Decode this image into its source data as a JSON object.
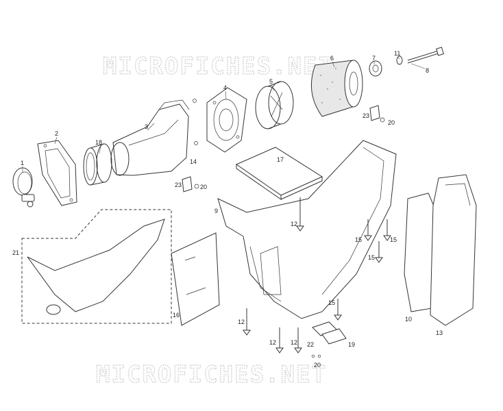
{
  "watermark": {
    "top": "MICROFICHES.NET",
    "bottom": "MICROFICHES.NET"
  },
  "parts": {
    "p1": "1",
    "p2": "2",
    "p3": "3",
    "p4": "4",
    "p5": "5",
    "p6": "6",
    "p7": "7",
    "p8": "8",
    "p9": "9",
    "p10": "10",
    "p11": "11",
    "p12a": "12",
    "p12b": "12",
    "p12c": "12",
    "p12d": "12",
    "p13": "13",
    "p14": "14",
    "p15a": "15",
    "p15b": "15",
    "p15c": "15",
    "p15d": "15",
    "p16": "16",
    "p17": "17",
    "p18": "18",
    "p19": "19",
    "p20a": "20",
    "p20b": "20",
    "p20c": "20",
    "p21": "21",
    "p22": "22",
    "p23a": "23",
    "p23b": "23"
  }
}
